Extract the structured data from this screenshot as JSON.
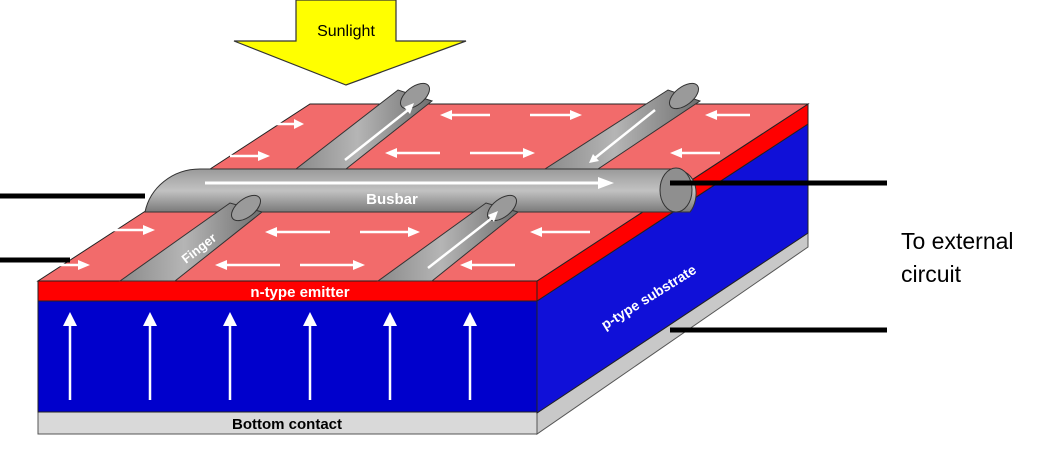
{
  "labels": {
    "sunlight": "Sunlight",
    "busbar": "Busbar",
    "finger": "Finger",
    "emitter": "n-type emitter",
    "substrate": "p-type substrate",
    "bottom_contact": "Bottom contact",
    "external_line1": "To external",
    "external_line2": "circuit"
  },
  "colors": {
    "emitter_top": "#f26b6b",
    "emitter": "#ff0000",
    "substrate": "#0000cc",
    "metal": "#8a8a8a",
    "contact": "#d9d9d9",
    "arrow_sun": "#ffff00"
  }
}
